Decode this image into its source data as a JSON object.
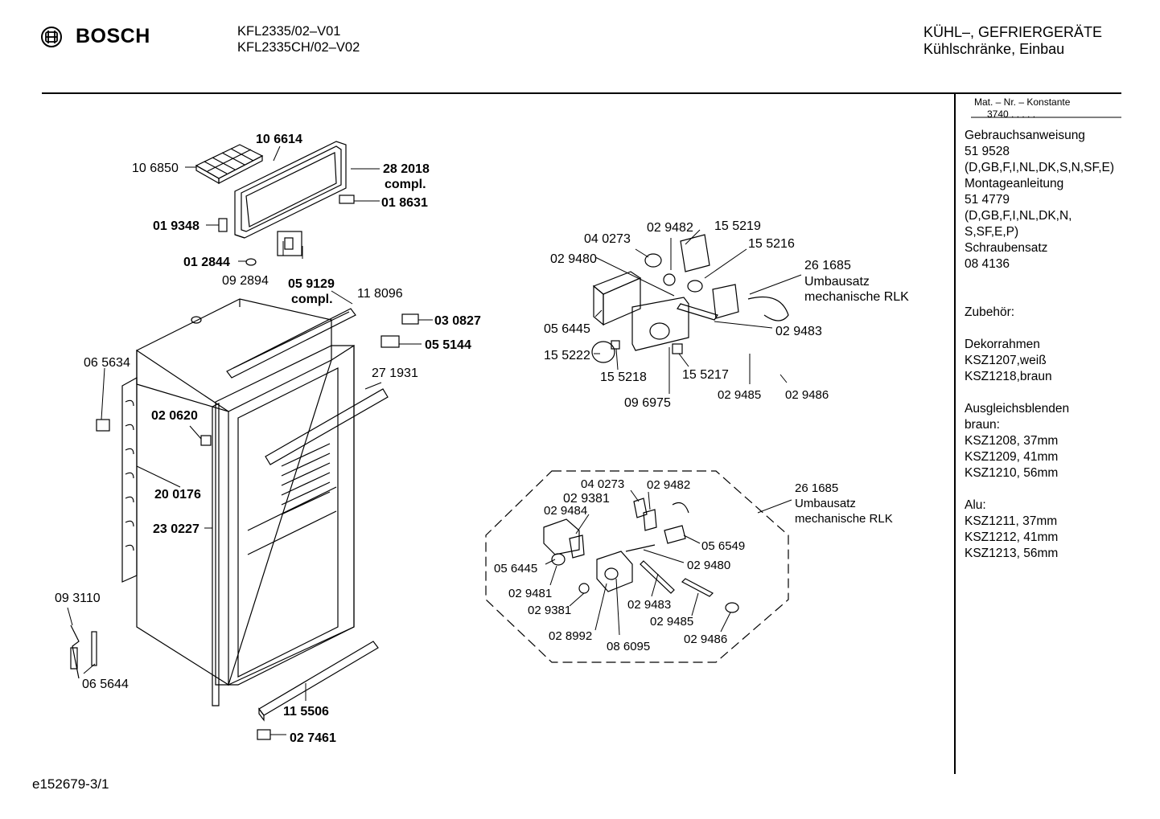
{
  "header": {
    "brand": "BOSCH",
    "logo_icon": "bosch-armature-icon",
    "models": [
      "KFL2335/02–V01",
      "KFL2335CH/02–V02"
    ],
    "category": "KÜHL–, GEFRIERGERÄTE",
    "subcategory": "Kühlschränke, Einbau"
  },
  "sidebar": {
    "matnr_label": "Mat. – Nr. – Konstante",
    "matnr_value": "3740  .  .  .  .  .",
    "lines": [
      "Gebrauchsanweisung",
      "51 9528",
      "(D,GB,F,I,NL,DK,S,N,SF,E)",
      "Montageanleitung",
      "51 4779",
      "(D,GB,F,I,NL,DK,N,",
      "S,SF,E,P)",
      "Schraubensatz",
      "08 4136",
      "",
      "",
      "Zubehör:",
      "",
      "Dekorrahmen",
      "KSZ1207,weiß",
      "KSZ1218,braun",
      "",
      "Ausgleichsblenden",
      "braun:",
      "KSZ1208, 37mm",
      "KSZ1209, 41mm",
      "KSZ1210, 56mm",
      "",
      "Alu:",
      "KSZ1211, 37mm",
      "KSZ1212, 41mm",
      "KSZ1213, 56mm"
    ]
  },
  "footer": {
    "ref": "e152679-3/1"
  },
  "parts": {
    "p106614": "10 6614",
    "p106850": "10 6850",
    "p282018": "28 2018",
    "compl": "compl.",
    "p018631": "01 8631",
    "p019348": "01 9348",
    "p012844": "01 2844",
    "p092894": "09 2894",
    "p059129": "05 9129",
    "p118096": "11 8096",
    "p030827": "03 0827",
    "p055144": "05 5144",
    "p065634": "06 5634",
    "p271931": "27 1931",
    "p020620": "02 0620",
    "p200176": "20 0176",
    "p230227": "23 0227",
    "p093110": "09 3110",
    "p065644": "06 5644",
    "p115506": "11 5506",
    "p027461": "02 7461",
    "p040273": "04 0273",
    "p029482": "02 9482",
    "p155219": "15 5219",
    "p155216": "15 5216",
    "p029480": "02 9480",
    "p261685": "26 1685",
    "umbausatz": "Umbausatz",
    "mechrlk": "mechanische RLK",
    "p056445": "05 6445",
    "p029483": "02 9483",
    "p155222": "15 5222",
    "p155218": "15 5218",
    "p155217": "15 5217",
    "p096975": "09 6975",
    "p029485": "02 9485",
    "p029486": "02 9486",
    "p029381": "02 9381",
    "p029484": "02 9484",
    "p056549": "05 6549",
    "p029481": "02 9481",
    "p028992": "02 8992",
    "p086095": "08 6095"
  }
}
